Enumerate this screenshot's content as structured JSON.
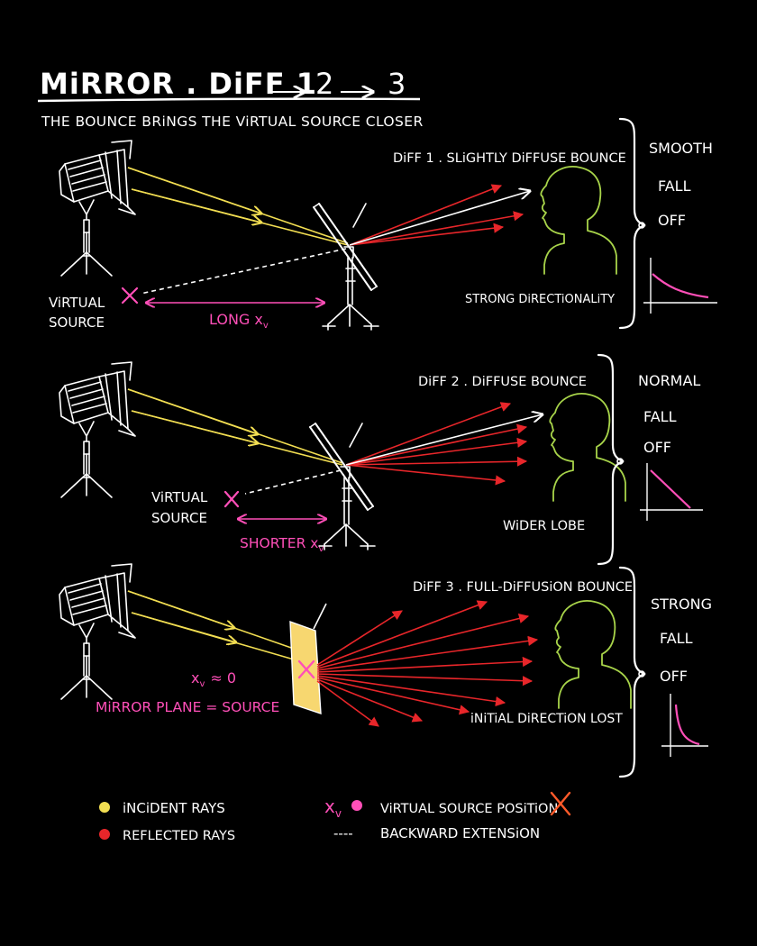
{
  "title": {
    "main": "MiRROR . DiFF 1",
    "n2": "2",
    "n3": "3"
  },
  "subtitle": "THE BOUNCE BRiNGS THE ViRTUAL SOURCE CLOSER",
  "panels": [
    {
      "label": "DiFF 1 . SLiGHTLY DiFFUSE BOUNCE",
      "virtual_line1": "ViRTUAL",
      "virtual_line2": "SOURCE",
      "distance": "LONG x",
      "distance_sub": "v",
      "note": "STRONG DiRECTiONALiTY",
      "falloff": [
        "SMOOTH",
        "FALL",
        "OFF"
      ]
    },
    {
      "label": "DiFF 2 . DiFFUSE BOUNCE",
      "virtual_line1": "ViRTUAL",
      "virtual_line2": "SOURCE",
      "distance": "SHORTER x",
      "distance_sub": "v",
      "note": "WiDER LOBE",
      "falloff": [
        "NORMAL",
        "FALL",
        "OFF"
      ]
    },
    {
      "label": "DiFF 3 . FULL-DiFFUSiON BOUNCE",
      "xv": "x",
      "xv_sub": "v",
      "xv_rel": "≈ 0",
      "plane": "MiRROR PLANE = SOURCE",
      "note": "iNiTiAL DiRECTiON LOST",
      "falloff": [
        "STRONG",
        "FALL",
        "OFF"
      ]
    }
  ],
  "legend": {
    "incident": "iNCiDENT RAYS",
    "reflected": "REFLECTED RAYS",
    "xv_symbol": "x",
    "xv_sub": "v",
    "virtual_position": "ViRTUAL SOURCE POSiTiON",
    "dashes": "----",
    "backward": "BACKWARD EXTENSiON"
  },
  "colors": {
    "background": "#000000",
    "incident": "#f2de52",
    "reflected": "#e8262a",
    "pink": "#ff4fb8",
    "green": "#a8d44a",
    "orange": "#ff5a2a",
    "white": "#ffffff",
    "mirror_fill": "#f7d770"
  }
}
